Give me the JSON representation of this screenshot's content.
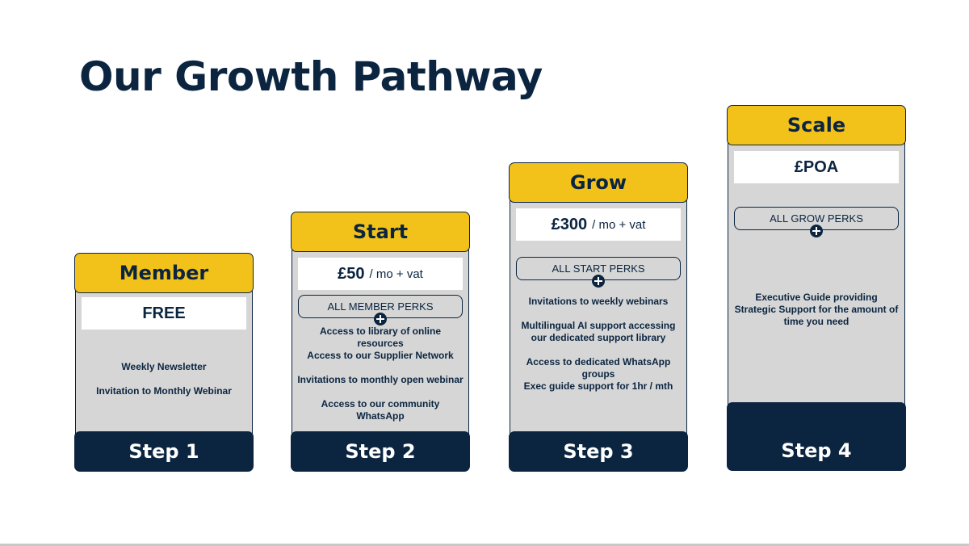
{
  "title": "Our Growth Pathway",
  "colors": {
    "navy": "#0b2540",
    "yellow": "#f2c21b",
    "grey": "#d6d6d6"
  },
  "tiers": [
    {
      "name": "Member",
      "price": "FREE",
      "price_suffix": "",
      "features": [
        "Weekly Newsletter",
        "Invitation to Monthly Webinar"
      ],
      "step": "Step 1"
    },
    {
      "name": "Start",
      "price": "£50",
      "price_suffix": "/ mo + vat",
      "perks": "All Member Perks",
      "features": [
        "Access to library of online resources",
        "Access to our Supplier Network",
        "Invitations to monthly open webinar",
        "Access to our community WhatsApp"
      ],
      "step": "Step 2"
    },
    {
      "name": "Grow",
      "price": "£300",
      "price_suffix": "/ mo + vat",
      "perks": "All Start Perks",
      "features": [
        "Invitations to weekly webinars",
        "Multilingual AI support accessing our dedicated support library",
        "Access to dedicated WhatsApp groups",
        "Exec guide support for 1hr / mth"
      ],
      "step": "Step 3"
    },
    {
      "name": "Scale",
      "price": "£POA",
      "price_suffix": "",
      "perks": "All Grow Perks",
      "features": [
        "Executive Guide providing Strategic Support for the amount of time you need"
      ],
      "step": "Step 4"
    }
  ]
}
